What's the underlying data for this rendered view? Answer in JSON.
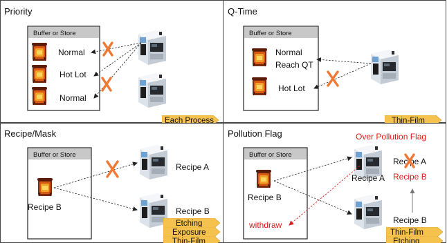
{
  "panels": {
    "priority": {
      "title": "Priority",
      "buffer": "Buffer or Store",
      "lots": [
        "Normal",
        "Hot Lot",
        "Normal"
      ],
      "tag": "Each Process"
    },
    "qtime": {
      "title": "Q-Time",
      "buffer": "Buffer or Store",
      "lots": [
        "Normal",
        "Reach QT",
        "Hot Lot"
      ],
      "tag": "Thin-Film"
    },
    "recipe": {
      "title": "Recipe/Mask",
      "buffer": "Buffer or Store",
      "lot": "Recipe B",
      "machines": [
        "Recipe A",
        "Recipe B"
      ],
      "tags": [
        "Etching",
        "Exposure",
        "Thin-Film"
      ]
    },
    "pollution": {
      "title": "Pollution Flag",
      "buffer": "Buffer or Store",
      "lot": "Recipe B",
      "flag": "Over Pollution Flag",
      "machine_a": "Recipe A",
      "recipe_a_right": "Recipe A",
      "recipe_b_right": "Recipe B",
      "machine_b_label": "Recipe B",
      "withdraw": "withdraw",
      "tags": [
        "Thin-Film",
        "Etching"
      ]
    }
  },
  "colors": {
    "mark": "#f07a35",
    "flag": "#e01818",
    "tag": "#f6c24e"
  }
}
